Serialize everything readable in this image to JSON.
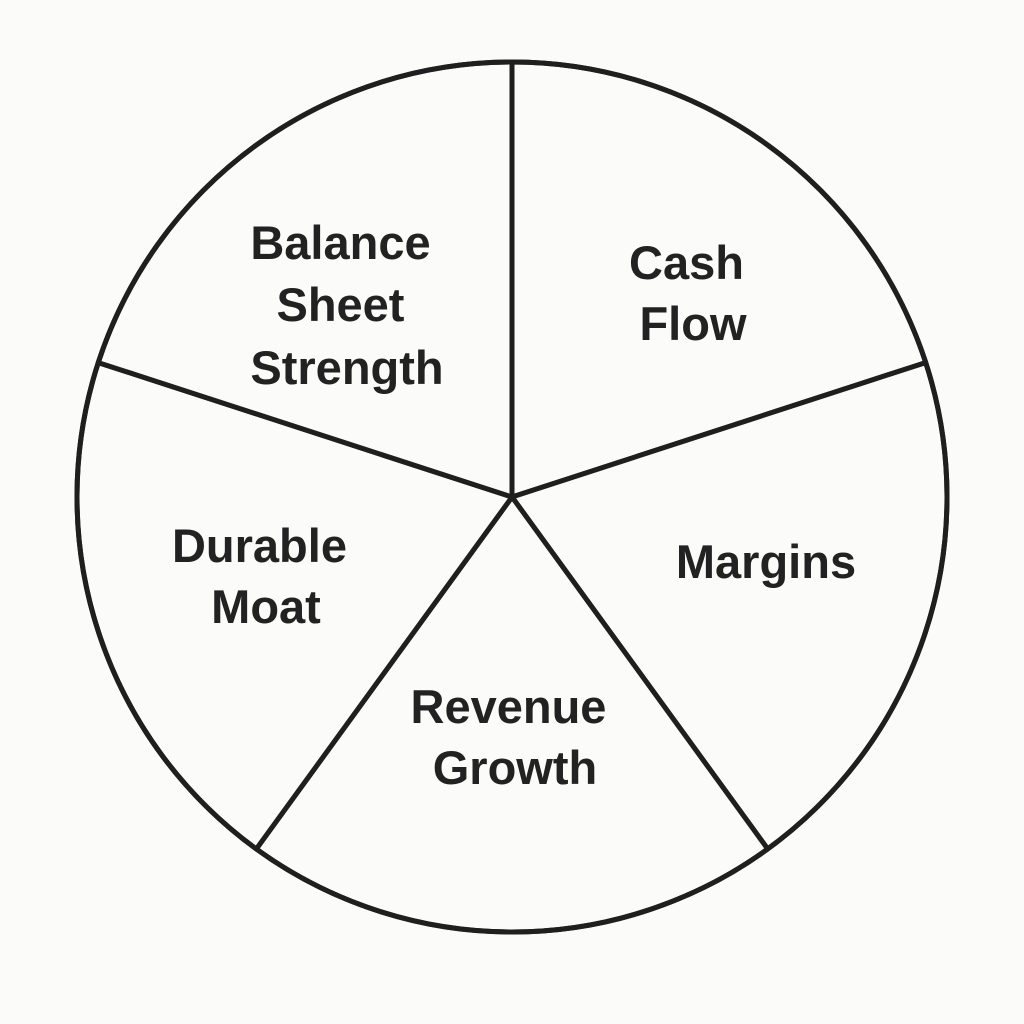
{
  "diagram": {
    "type": "pie",
    "colors": {
      "stroke": "#1f1f1f",
      "text": "#222222",
      "background": "#fbfbf9",
      "fill": "#fbfbf9"
    },
    "slices": [
      {
        "name": "cash-flow",
        "lines": [
          "Cash",
          "Flow"
        ],
        "value": 20
      },
      {
        "name": "margins",
        "lines": [
          "Margins"
        ],
        "value": 20
      },
      {
        "name": "revenue-growth",
        "lines": [
          "Revenue",
          "Growth"
        ],
        "value": 20
      },
      {
        "name": "durable-moat",
        "lines": [
          "Durable",
          "Moat"
        ],
        "value": 20
      },
      {
        "name": "balance-sheet-strength",
        "lines": [
          "Balance",
          "Sheet",
          "Strength"
        ],
        "value": 20
      }
    ]
  }
}
